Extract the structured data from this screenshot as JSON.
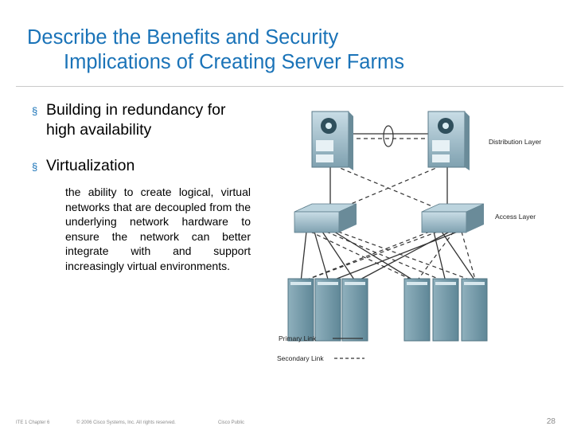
{
  "slide": {
    "title_line1": "Describe the Benefits and Security",
    "title_line2": "Implications of Creating Server Farms",
    "bullets": [
      {
        "marker": "§",
        "text": "Building in redundancy for high availability"
      },
      {
        "marker": "§",
        "text": "Virtualization"
      }
    ],
    "virtualization_text": "the ability to create logical, virtual networks that are decoupled from the underlying network hardware to ensure the network can better integrate with and support increasingly virtual environments."
  },
  "diagram": {
    "distribution_label": "Distribution Layer",
    "access_label": "Access Layer",
    "primary_link_label": "Primary Link",
    "secondary_link_label": "Secondary Link"
  },
  "footer": {
    "left": "ITE 1 Chapter 6",
    "copyright": "© 2006 Cisco Systems, Inc. All rights reserved.",
    "classification": "Cisco Public",
    "page_number": "28"
  },
  "colors": {
    "title": "#1a73b8"
  }
}
